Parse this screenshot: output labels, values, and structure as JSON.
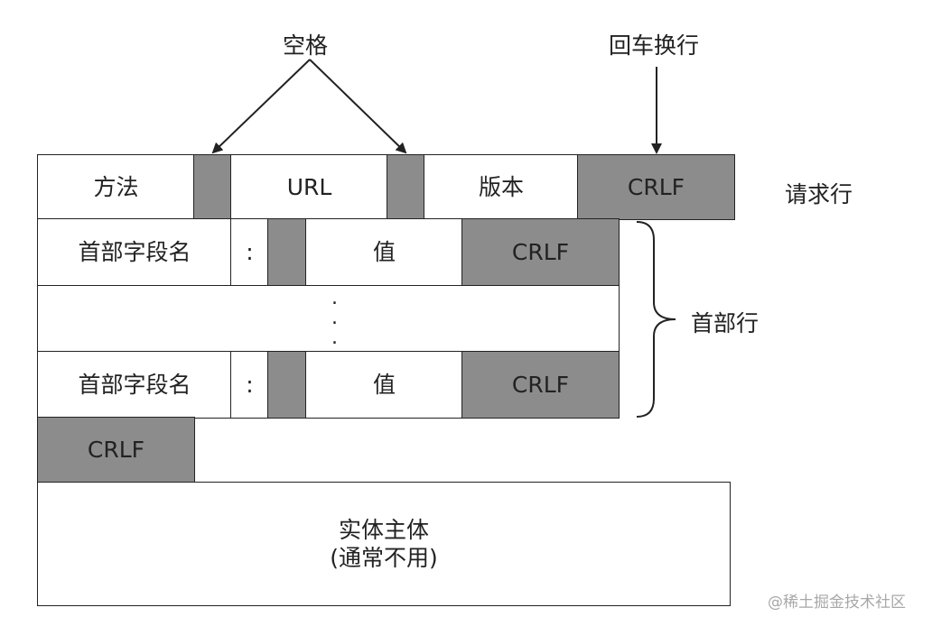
{
  "labels": {
    "space": "空格",
    "crlf_desc": "回车换行",
    "request_line": "请求行",
    "header_lines": "首部行"
  },
  "request_line": {
    "method": "方法",
    "url": "URL",
    "version": "版本",
    "crlf": "CRLF"
  },
  "header_rows": [
    {
      "name": "首部字段名",
      "colon": ":",
      "value": "值",
      "crlf": "CRLF"
    },
    {
      "name": "首部字段名",
      "colon": ":",
      "value": "值",
      "crlf": "CRLF"
    }
  ],
  "ellipsis_dot": ".",
  "blank_line": {
    "crlf": "CRLF"
  },
  "body": {
    "line1": "实体主体",
    "line2": "(通常不用)"
  },
  "watermark": "@稀土掘金技术社区",
  "colors": {
    "gray_cell": "#8c8c8c",
    "line": "#222222"
  }
}
